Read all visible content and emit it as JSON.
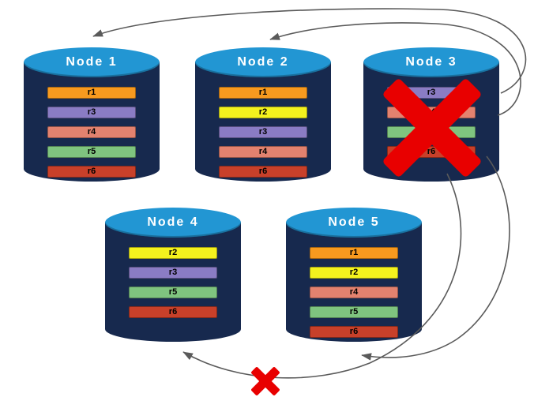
{
  "diagram": {
    "type": "replication-diagram",
    "nodes": [
      {
        "title": "Node 1",
        "rows": [
          "r1",
          "r3",
          "r4",
          "r5",
          "r6"
        ],
        "failed": false
      },
      {
        "title": "Node 2",
        "rows": [
          "r1",
          "r2",
          "r3",
          "r4",
          "r6"
        ],
        "failed": false
      },
      {
        "title": "Node 3",
        "rows": [
          "r3",
          "r4",
          "r5",
          "r6"
        ],
        "failed": true
      },
      {
        "title": "Node 4",
        "rows": [
          "r2",
          "r3",
          "r5",
          "r6"
        ],
        "failed": false
      },
      {
        "title": "Node 5",
        "rows": [
          "r1",
          "r2",
          "r4",
          "r5",
          "r6"
        ],
        "failed": false
      }
    ],
    "colors": {
      "cylinder_body": "#17294E",
      "cylinder_top": "#2296D3",
      "node_title_text": "#FFFFFF",
      "row_text": "#000000",
      "arrow": "#5A5A5A",
      "failure_x": "#E80000",
      "rows": {
        "r1": "#F79A1F",
        "r2": "#F4F21E",
        "r3": "#8A7CC4",
        "r4": "#E3826F",
        "r5": "#7FC47F",
        "r6": "#C8402A"
      }
    }
  }
}
